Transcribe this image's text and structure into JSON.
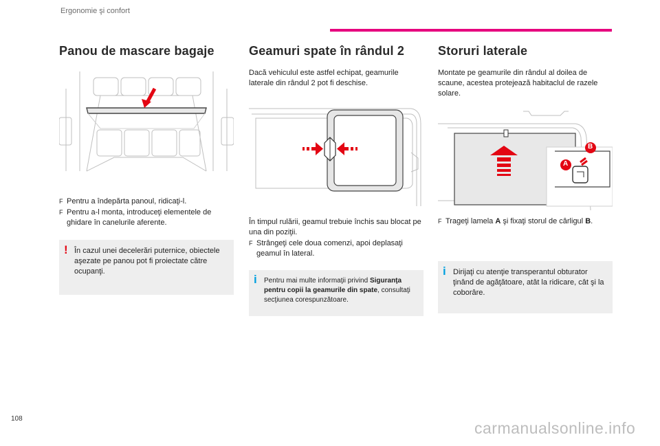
{
  "header": {
    "section": "Ergonomie şi confort",
    "accent": "#e6007e"
  },
  "page_number": "108",
  "watermark": "carmanualsonline.info",
  "col1": {
    "title": "Panou de mascare bagaje",
    "bullets": [
      "Pentru a îndepărta panoul, ridicaţi-l.",
      "Pentru a-l monta, introduceţi elementele de ghidare în canelurile aferente."
    ],
    "warning": "În cazul unei decelerări puternice, obiectele aşezate pe panou pot fi proiectate către ocupanţi."
  },
  "col2": {
    "title": "Geamuri spate în rândul 2",
    "intro": "Dacă vehiculul este astfel echipat, geamurile laterale din rândul 2 pot fi deschise.",
    "text": "În timpul rulării, geamul trebuie închis sau blocat pe una din poziţii.",
    "bullets": [
      "Strângeţi cele doua comenzi, apoi deplasaţi geamul în lateral."
    ],
    "info_pre": "Pentru mai multe informaţii privind ",
    "info_bold": "Siguranţa pentru copii la geamurile din spate",
    "info_post": ", consultaţi secţiunea corespunzătoare."
  },
  "col3": {
    "title": "Storuri laterale",
    "intro": "Montate pe geamurile din rândul al doilea de scaune, acestea protejează habitaclul de razele solare.",
    "bullet_pre": "Trageţi lamela ",
    "bullet_a": "A",
    "bullet_mid": " şi fixaţi storul de cârligul ",
    "bullet_b": "B",
    "bullet_end": ".",
    "label_a": "A",
    "label_b": "B",
    "info": "Dirijaţi cu atenţie transperantul obturator ţinând de agăţătoare, atât la ridicare, cât şi la coborâre."
  },
  "symbols": {
    "bullet": "F",
    "warn": "!",
    "info": "i"
  }
}
